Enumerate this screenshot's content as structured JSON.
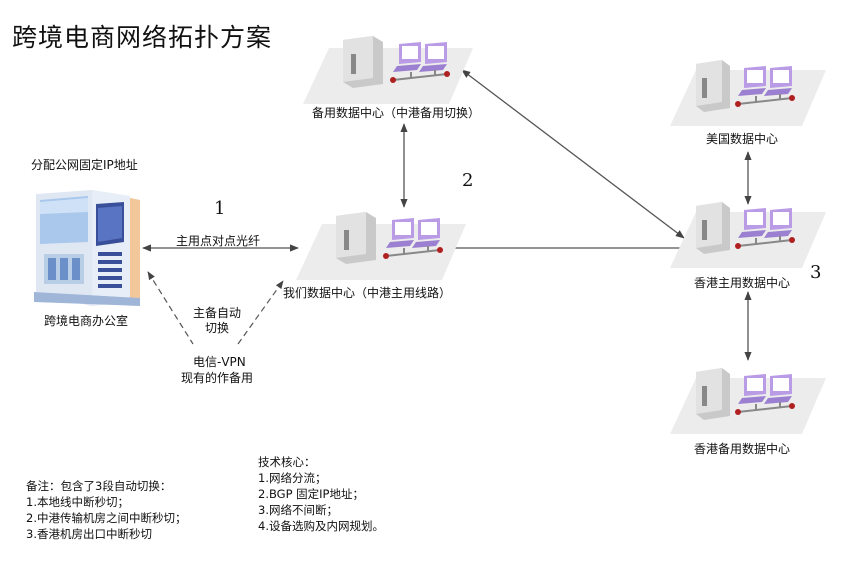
{
  "title": "跨境电商网络拓扑方案",
  "office": {
    "public_ip_label": "分配公网固定IP地址",
    "name": "跨境电商办公室"
  },
  "nodes": {
    "backup_dc": "备用数据中心（中港备用切换）",
    "our_dc": "我们数据中心（中港主用线路）",
    "us_dc": "美国数据中心",
    "hk_main_dc": "香港主用数据中心",
    "hk_backup_dc": "香港备用数据中心"
  },
  "links": {
    "fiber_label": "主用点对点光纤",
    "auto_switch_line1": "主备自动",
    "auto_switch_line2": "切换",
    "vpn_line1": "电信-VPN",
    "vpn_line2": "现有的作备用"
  },
  "markers": {
    "m1": "1",
    "m2": "2",
    "m3": "3"
  },
  "notes": {
    "remark": {
      "heading": "备注：包含了3段自动切换：",
      "items": [
        "1.本地线中断秒切；",
        "2.中港传输机房之间中断秒切；",
        "3.香港机房出口中断秒切"
      ]
    },
    "tech": {
      "heading": "技术核心：",
      "items": [
        "1.网络分流；",
        "2.BGP 固定IP地址；",
        "3.网络不间断；",
        "4.设备选购及内网规划。"
      ]
    }
  },
  "colors": {
    "platform": "#ececec",
    "server": "#d8d8d8",
    "monitor_frame": "#b99be6",
    "monitor_screen": "#ffffff",
    "dot": "#b02020",
    "line": "#555555"
  },
  "icons": [
    "building-icon",
    "server-icon",
    "monitor-icon"
  ]
}
